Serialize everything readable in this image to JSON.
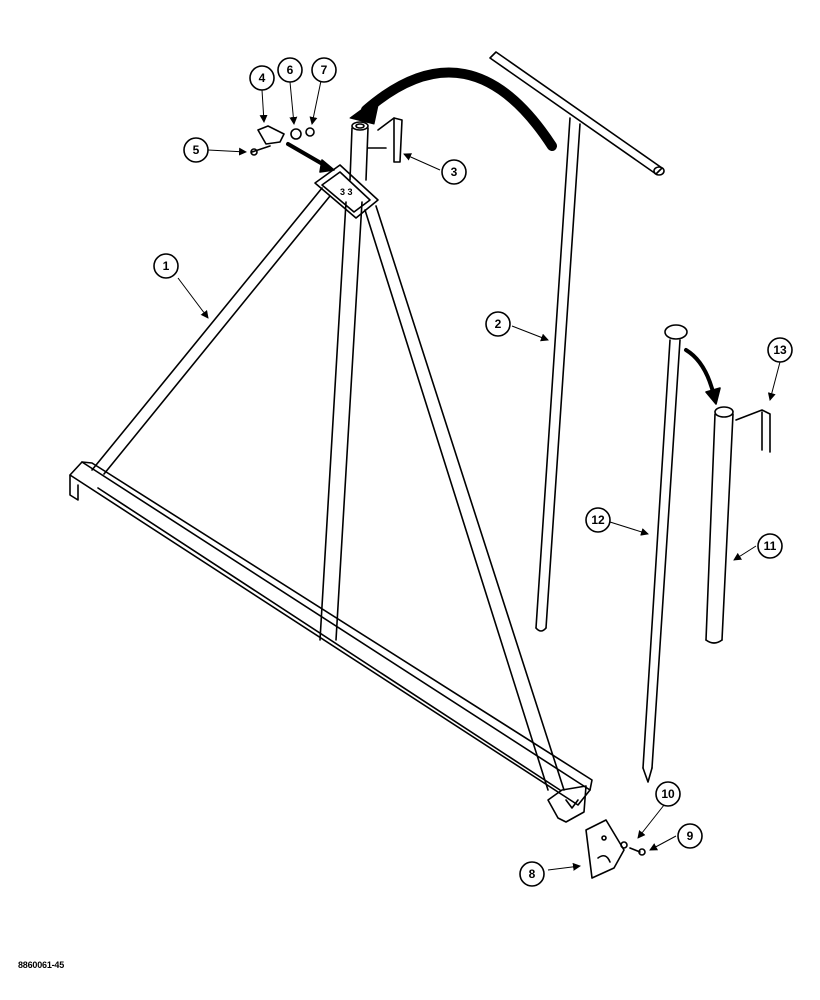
{
  "diagram": {
    "figure_id": "8860061-45",
    "frame_marks": "3 3",
    "callouts": [
      {
        "id": "1",
        "label": "1"
      },
      {
        "id": "2",
        "label": "2"
      },
      {
        "id": "3",
        "label": "3"
      },
      {
        "id": "4",
        "label": "4"
      },
      {
        "id": "5",
        "label": "5"
      },
      {
        "id": "6",
        "label": "6"
      },
      {
        "id": "7",
        "label": "7"
      },
      {
        "id": "8",
        "label": "8"
      },
      {
        "id": "9",
        "label": "9"
      },
      {
        "id": "10",
        "label": "10"
      },
      {
        "id": "11",
        "label": "11"
      },
      {
        "id": "12",
        "label": "12"
      },
      {
        "id": "13",
        "label": "13"
      }
    ]
  }
}
